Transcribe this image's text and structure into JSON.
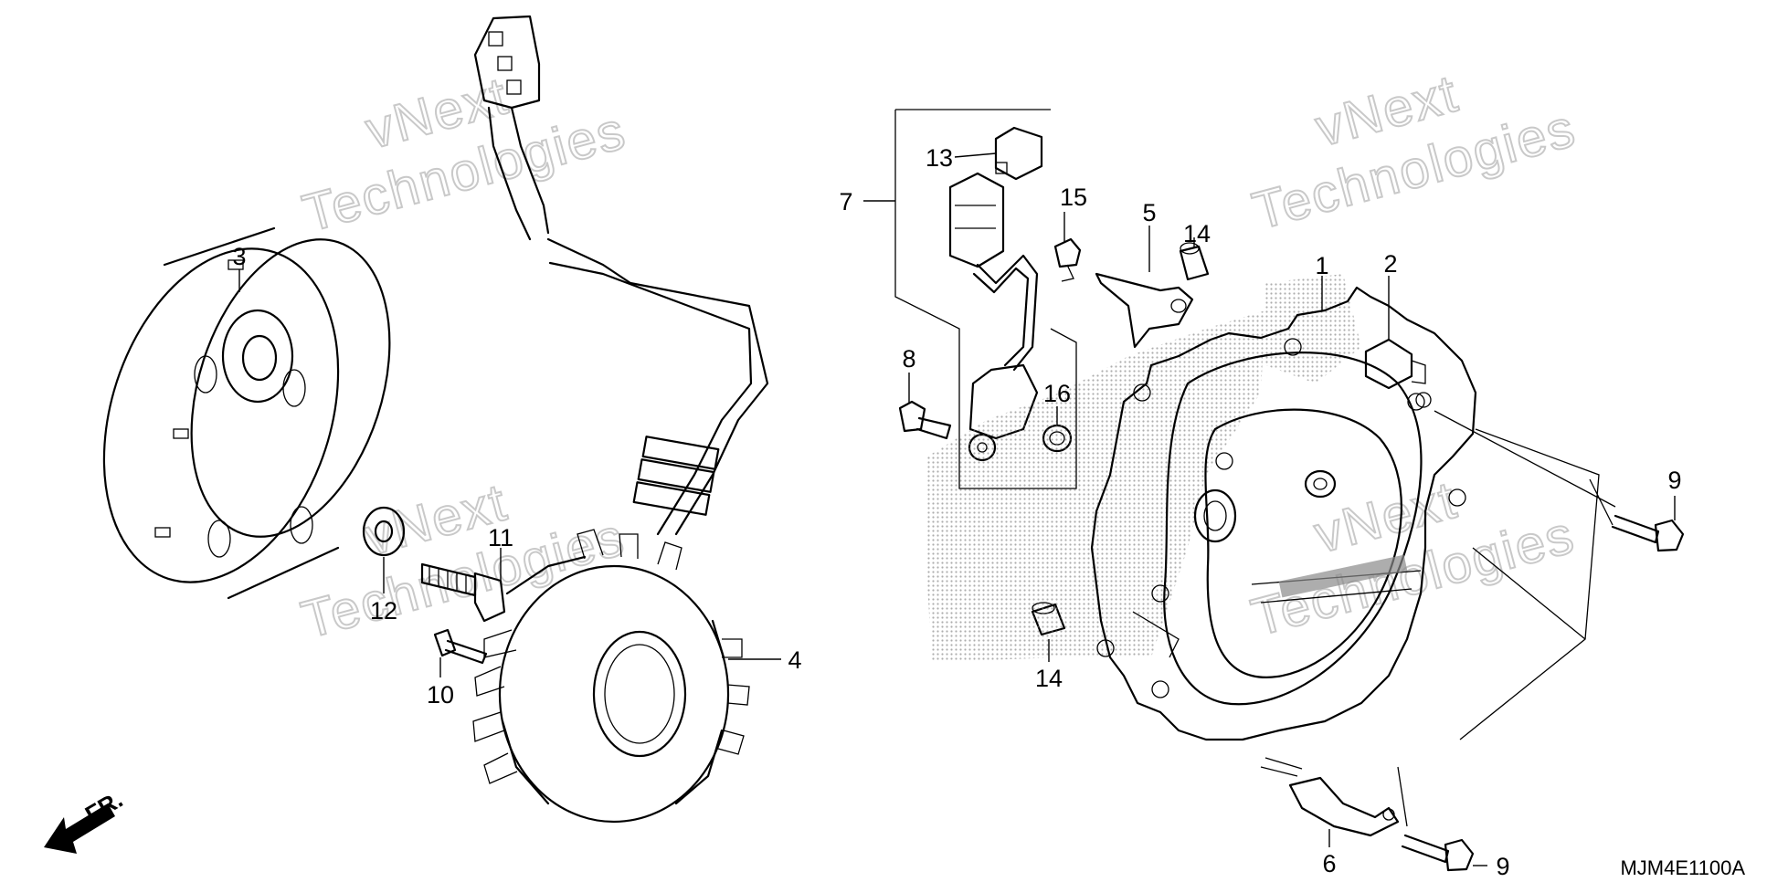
{
  "watermark": {
    "line1": "vNext",
    "line2": "Technologies"
  },
  "diagram_code": "MJM4E1100A",
  "direction_label": "FR.",
  "callouts": {
    "c1": "1",
    "c2": "2",
    "c3": "3",
    "c4": "4",
    "c5": "5",
    "c6": "6",
    "c7": "7",
    "c8": "8",
    "c9a": "9",
    "c9b": "9",
    "c10": "10",
    "c11": "11",
    "c12": "12",
    "c13": "13",
    "c14a": "14",
    "c14b": "14",
    "c15": "15",
    "c16": "16"
  }
}
